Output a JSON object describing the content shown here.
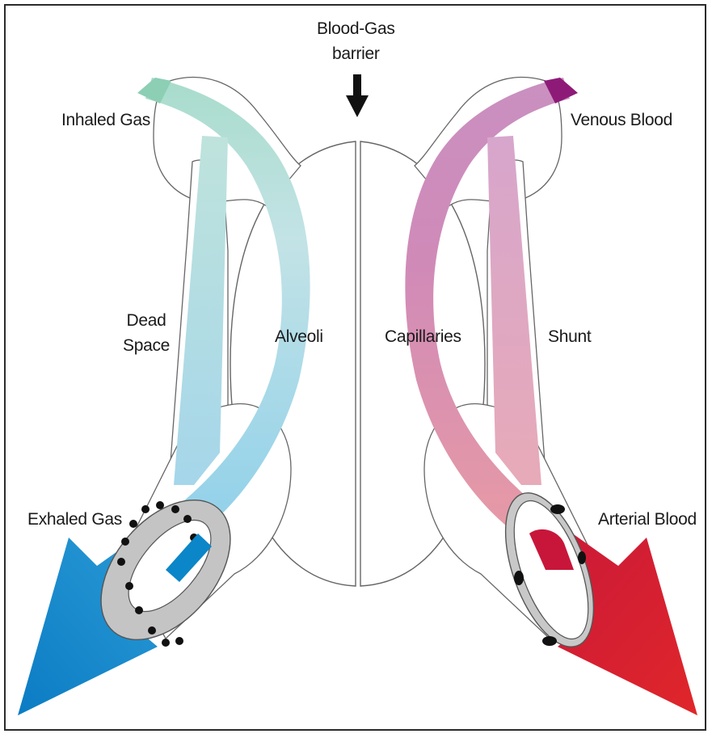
{
  "labels": {
    "blood_gas_barrier": [
      "Blood-Gas",
      "barrier"
    ],
    "inhaled_gas": "Inhaled Gas",
    "venous_blood": "Venous Blood",
    "dead_space": [
      "Dead",
      "Space"
    ],
    "alveoli": "Alveoli",
    "capillaries": "Capillaries",
    "shunt": "Shunt",
    "exhaled_gas": "Exhaled Gas",
    "arterial_blood": "Arterial Blood"
  },
  "colors": {
    "gas_start": "#9ed8c4",
    "gas_mid": "#b8dde6",
    "gas_end": "#0a86c8",
    "blood_start": "#8e1a78",
    "blood_mid": "#d48ab4",
    "blood_end": "#d8202a",
    "outline": "#666666",
    "epithelium": "#bdbdbd",
    "nucleus": "#111111"
  }
}
